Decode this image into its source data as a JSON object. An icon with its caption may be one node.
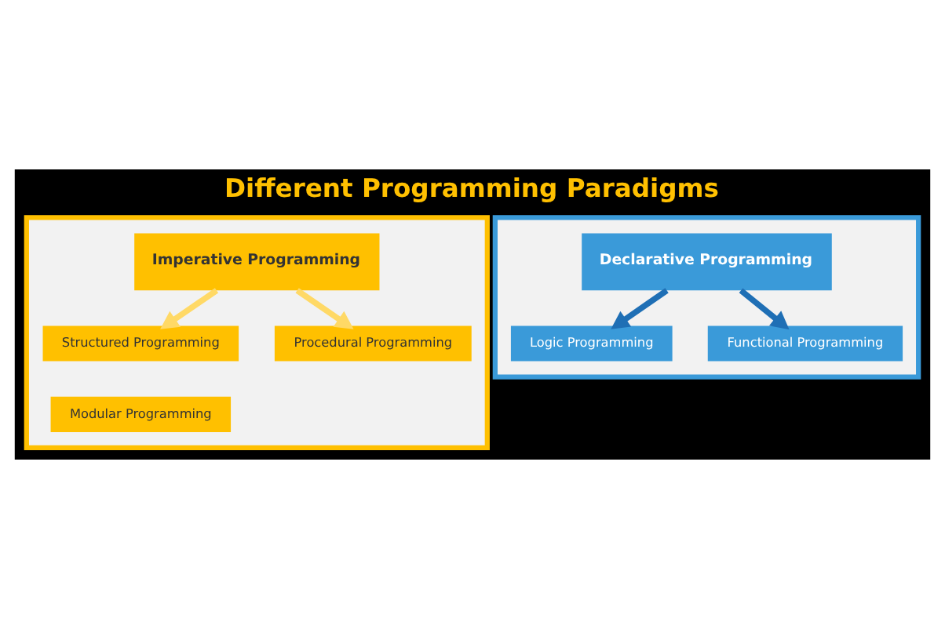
{
  "diagram": {
    "title": "Different Programming Paradigms",
    "nodes": [
      {
        "text": [],
        "shape": "box"
      },
      {
        "text": [
          "Imperative Programming"
        ],
        "in": 0
      },
      {
        "text": [
          "Structured Programming"
        ],
        "in": 0
      },
      {
        "text": [
          "Procedural Programming"
        ],
        "in": 0
      },
      {
        "text": [
          "Modular Programming"
        ],
        "in": 0
      },
      {
        "text": [],
        "shape": "box"
      },
      {
        "text": [
          "Declarative Programming"
        ],
        "in": 5
      },
      {
        "text": [
          "Logic Programming"
        ],
        "in": 5
      },
      {
        "text": [
          "Functional Programming"
        ],
        "in": 5
      }
    ],
    "edges": [
      {
        "from": 1,
        "to": 2,
        "arrow": "to",
        "color": "#ffd966"
      },
      {
        "from": 1,
        "to": 3,
        "arrow": "to",
        "color": "#ffd966"
      },
      {
        "from": 6,
        "to": 7,
        "arrow": "to",
        "color": "#1f6fb5"
      },
      {
        "from": 6,
        "to": 8,
        "arrow": "to",
        "color": "#1f6fb5"
      }
    ]
  }
}
